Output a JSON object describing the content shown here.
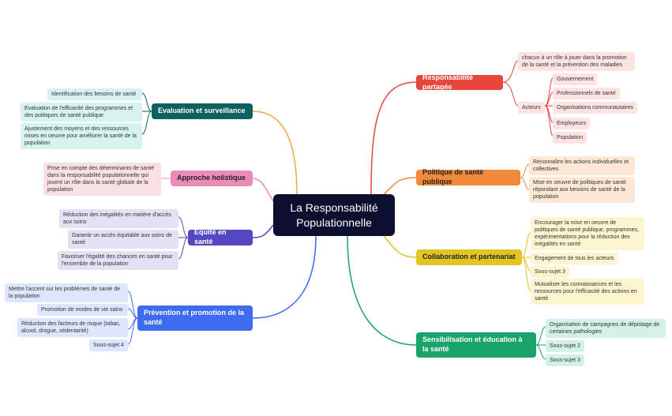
{
  "center": "La Responsabilité Populationnelle",
  "colors": {
    "responsabilite": "#e8463c",
    "politique": "#f08a3a",
    "collaboration": "#e2c425",
    "sensibilisation": "#1aa36b",
    "evaluation": "#0d6161",
    "approche": "#ec8bb7",
    "equite": "#5447c1",
    "prevention": "#3d6cf0"
  },
  "right": {
    "responsabilite": {
      "label": "Responsabilité partagée",
      "items": [
        "chacun à un rôle à jouer dans la promotion de la santé et la prévention des maladies"
      ],
      "acteurs": {
        "label": "Acteurs",
        "items": [
          "Gouvernement",
          "Professionnels de santé",
          "Organisations communautaires",
          "Employeurs",
          "Population"
        ]
      }
    },
    "politique": {
      "label": "Politique de santé publique",
      "items": [
        "Reconnaître les actions individuelles et collectives",
        "Mise en oeuvre de politiques de santé répondant aux besoins de santé de la population"
      ]
    },
    "collaboration": {
      "label": "Collaboration et partenariat",
      "items": [
        "Encourager la mise en oeuvre de politiques de santé publique, programmes, expérimentations pour la réduction des inégalités en santé",
        "Engagement de tous les acteurs",
        "Sous-sujet 3",
        "Mutualiser les connaissances et les ressources pour l'efficacité des actions en santé"
      ]
    },
    "sensibilisation": {
      "label": "Sensibilisation et éducation à la santé",
      "items": [
        "Organisation de campagnes de dépistage de certaines pathologies",
        "Sous-sujet 2",
        "Sous-sujet 3"
      ]
    }
  },
  "left": {
    "evaluation": {
      "label": "Evaluation et surveillance",
      "items": [
        "Identification des besoins de santé",
        "Evaluation de l'efficacité des programmes et des politiques de santé publique",
        "Ajustement des moyens et des ressources mises en oeuvre pour améliorer la santé de la population"
      ]
    },
    "approche": {
      "label": "Approche holistique",
      "items": [
        "Prise en compte des déterminants de santé dans la responsabilité populationnelle qui jouent un rôle dans la santé globale de la population"
      ]
    },
    "equite": {
      "label": "Equité en santé",
      "items": [
        "Réduction des inégalités en matière d'accès aux soins",
        "Garantir un accès équitable aux soins de santé",
        "Favoriser l'égalité des chances en santé pour l'ensemble de la population"
      ]
    },
    "prevention": {
      "label": "Prévention et promotion de la santé",
      "items": [
        "Mettre l'accent sur les problèmes de santé de la population",
        "Promotion de modes de vie sains",
        "Réduction des facteurs de risque (tabac, alcool, drogue, sédentarité)",
        "Sous-sujet 4"
      ]
    }
  }
}
